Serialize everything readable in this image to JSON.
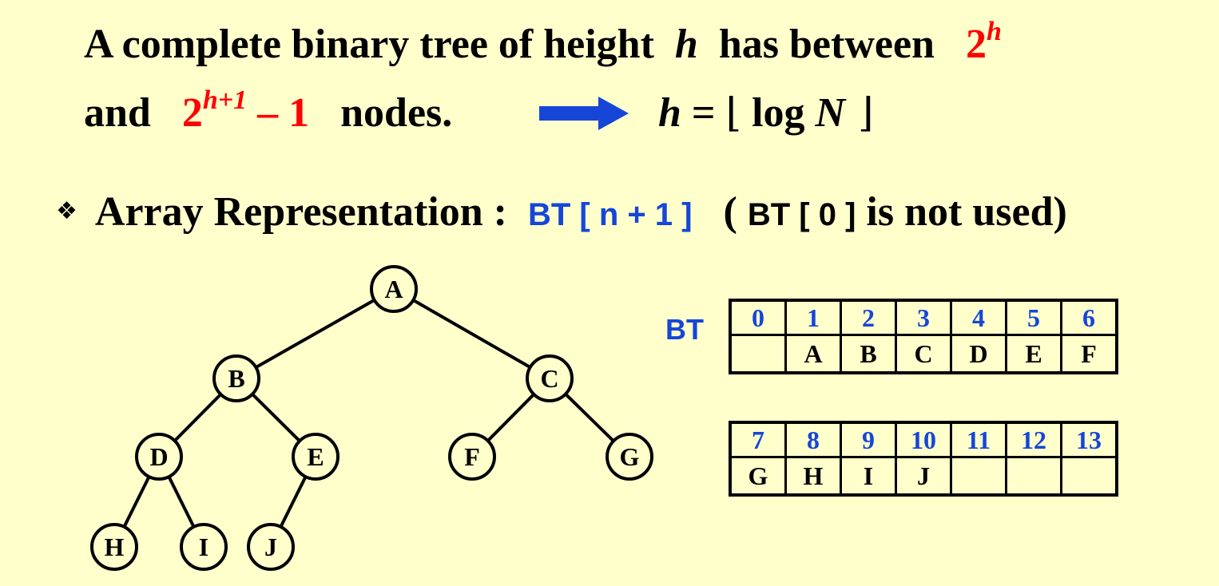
{
  "statement": {
    "line1": {
      "prefix": "A complete binary tree of height",
      "h": "h",
      "middle": "has between",
      "lower_base": "2",
      "lower_exp": "h"
    },
    "line2": {
      "prefix": "and",
      "upper_base": "2",
      "upper_exp": "h+1",
      "upper_tail": " – 1",
      "suffix": "nodes."
    },
    "formula": {
      "lhs": "h",
      "eq": " = ",
      "floor_left": "⌊",
      "log": " log ",
      "N": "N",
      "floor_right": " ⌋"
    }
  },
  "array_repr": {
    "bullet": "❖",
    "heading": "Array Representation :",
    "decl": "BT [ n + 1 ]",
    "note_open": "(",
    "note_code": "BT [ 0 ]",
    "note_text": "is not used)"
  },
  "tree": {
    "nodes": [
      "A",
      "B",
      "C",
      "D",
      "E",
      "F",
      "G",
      "H",
      "I",
      "J"
    ],
    "edges": [
      [
        "A",
        "B"
      ],
      [
        "A",
        "C"
      ],
      [
        "B",
        "D"
      ],
      [
        "B",
        "E"
      ],
      [
        "C",
        "F"
      ],
      [
        "C",
        "G"
      ],
      [
        "D",
        "H"
      ],
      [
        "D",
        "I"
      ],
      [
        "E",
        "J"
      ]
    ]
  },
  "bt_label": "BT",
  "table1": {
    "indices": [
      "0",
      "1",
      "2",
      "3",
      "4",
      "5",
      "6"
    ],
    "values": [
      "",
      "A",
      "B",
      "C",
      "D",
      "E",
      "F"
    ]
  },
  "table2": {
    "indices": [
      "7",
      "8",
      "9",
      "10",
      "11",
      "12",
      "13"
    ],
    "values": [
      "G",
      "H",
      "I",
      "J",
      "",
      "",
      ""
    ]
  },
  "colors": {
    "background": "#FFFFCC",
    "highlight_red": "#FF0000",
    "accent_blue": "#1646D8"
  }
}
